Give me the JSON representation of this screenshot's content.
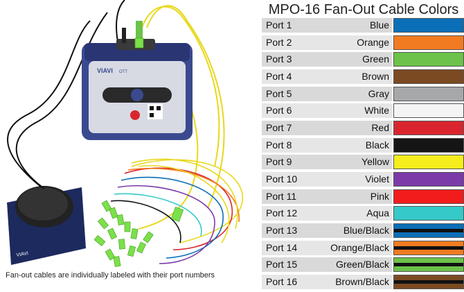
{
  "title": "MPO-16 Fan-Out Cable Colors",
  "caption": "Fan-out cables are individually labeled with their port numbers",
  "device_label": "VIAVI",
  "device_model": "OTT",
  "pad_label": "VIAVI",
  "ports": [
    {
      "port": "Port 1",
      "color_name": "Blue",
      "color": "#0b6fb8",
      "stripe": null
    },
    {
      "port": "Port 2",
      "color_name": "Orange",
      "color": "#f27b21",
      "stripe": null
    },
    {
      "port": "Port 3",
      "color_name": "Green",
      "color": "#6cc24a",
      "stripe": null
    },
    {
      "port": "Port 4",
      "color_name": "Brown",
      "color": "#7b4a22",
      "stripe": null
    },
    {
      "port": "Port 5",
      "color_name": "Gray",
      "color": "#a7a8aa",
      "stripe": null
    },
    {
      "port": "Port 6",
      "color_name": "White",
      "color": "#f4f4f4",
      "stripe": null
    },
    {
      "port": "Port 7",
      "color_name": "Red",
      "color": "#d9262e",
      "stripe": null
    },
    {
      "port": "Port 8",
      "color_name": "Black",
      "color": "#151515",
      "stripe": null
    },
    {
      "port": "Port 9",
      "color_name": "Yellow",
      "color": "#f5ed1c",
      "stripe": null
    },
    {
      "port": "Port 10",
      "color_name": "Violet",
      "color": "#7b3aa8",
      "stripe": null
    },
    {
      "port": "Port 11",
      "color_name": "Pink",
      "color": "#f21c1c",
      "stripe": null
    },
    {
      "port": "Port 12",
      "color_name": "Aqua",
      "color": "#36c9c9",
      "stripe": null
    },
    {
      "port": "Port 13",
      "color_name": "Blue/Black",
      "color": "#0b6fb8",
      "stripe": "#111111"
    },
    {
      "port": "Port 14",
      "color_name": "Orange/Black",
      "color": "#f27b21",
      "stripe": "#111111"
    },
    {
      "port": "Port 15",
      "color_name": "Green/Black",
      "color": "#6cc24a",
      "stripe": "#111111"
    },
    {
      "port": "Port 16",
      "color_name": "Brown/Black",
      "color": "#7b4a22",
      "stripe": "#111111"
    }
  ]
}
